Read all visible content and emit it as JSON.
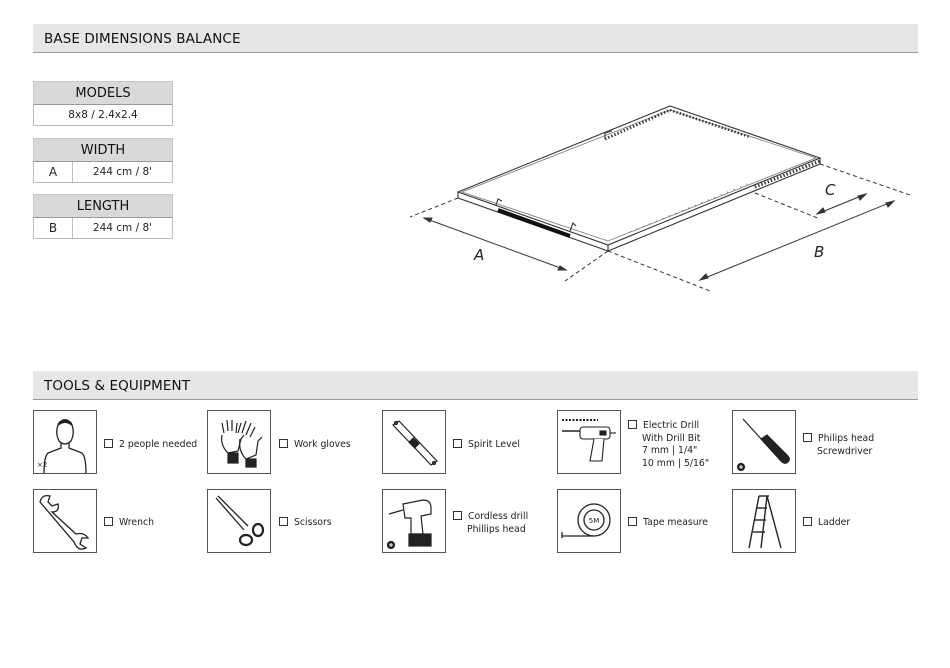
{
  "sections": {
    "base_title": "BASE DIMENSIONS BALANCE",
    "tools_title": "TOOLS & EQUIPMENT"
  },
  "specs": {
    "models": {
      "header": "MODELS",
      "value": "8x8  /  2.4x2.4"
    },
    "width": {
      "header": "WIDTH",
      "letter": "A",
      "value": "244 cm / 8'"
    },
    "length": {
      "header": "LENGTH",
      "letter": "B",
      "value": "244 cm / 8'"
    }
  },
  "diagram": {
    "label_a": "A",
    "label_b": "B",
    "label_c": "C"
  },
  "tools": [
    {
      "lines": [
        "2 people needed"
      ],
      "badge": "×2"
    },
    {
      "lines": [
        "Work gloves"
      ]
    },
    {
      "lines": [
        "Spirit Level"
      ]
    },
    {
      "lines": [
        "Electric Drill",
        "With Drill Bit",
        "7 mm | 1/4\"",
        "10 mm | 5/16\""
      ]
    },
    {
      "lines": [
        "Philips head",
        "Screwdriver"
      ]
    },
    {
      "lines": [
        "Wrench"
      ]
    },
    {
      "lines": [
        "Scissors"
      ]
    },
    {
      "lines": [
        "Cordless drill",
        "Phillips head"
      ]
    },
    {
      "lines": [
        "Tape measure"
      ],
      "badge": "5M"
    },
    {
      "lines": [
        "Ladder"
      ]
    }
  ],
  "colors": {
    "bar_bg": "#e6e6e6",
    "header_bg": "#d9d9d9",
    "line": "#333333"
  }
}
